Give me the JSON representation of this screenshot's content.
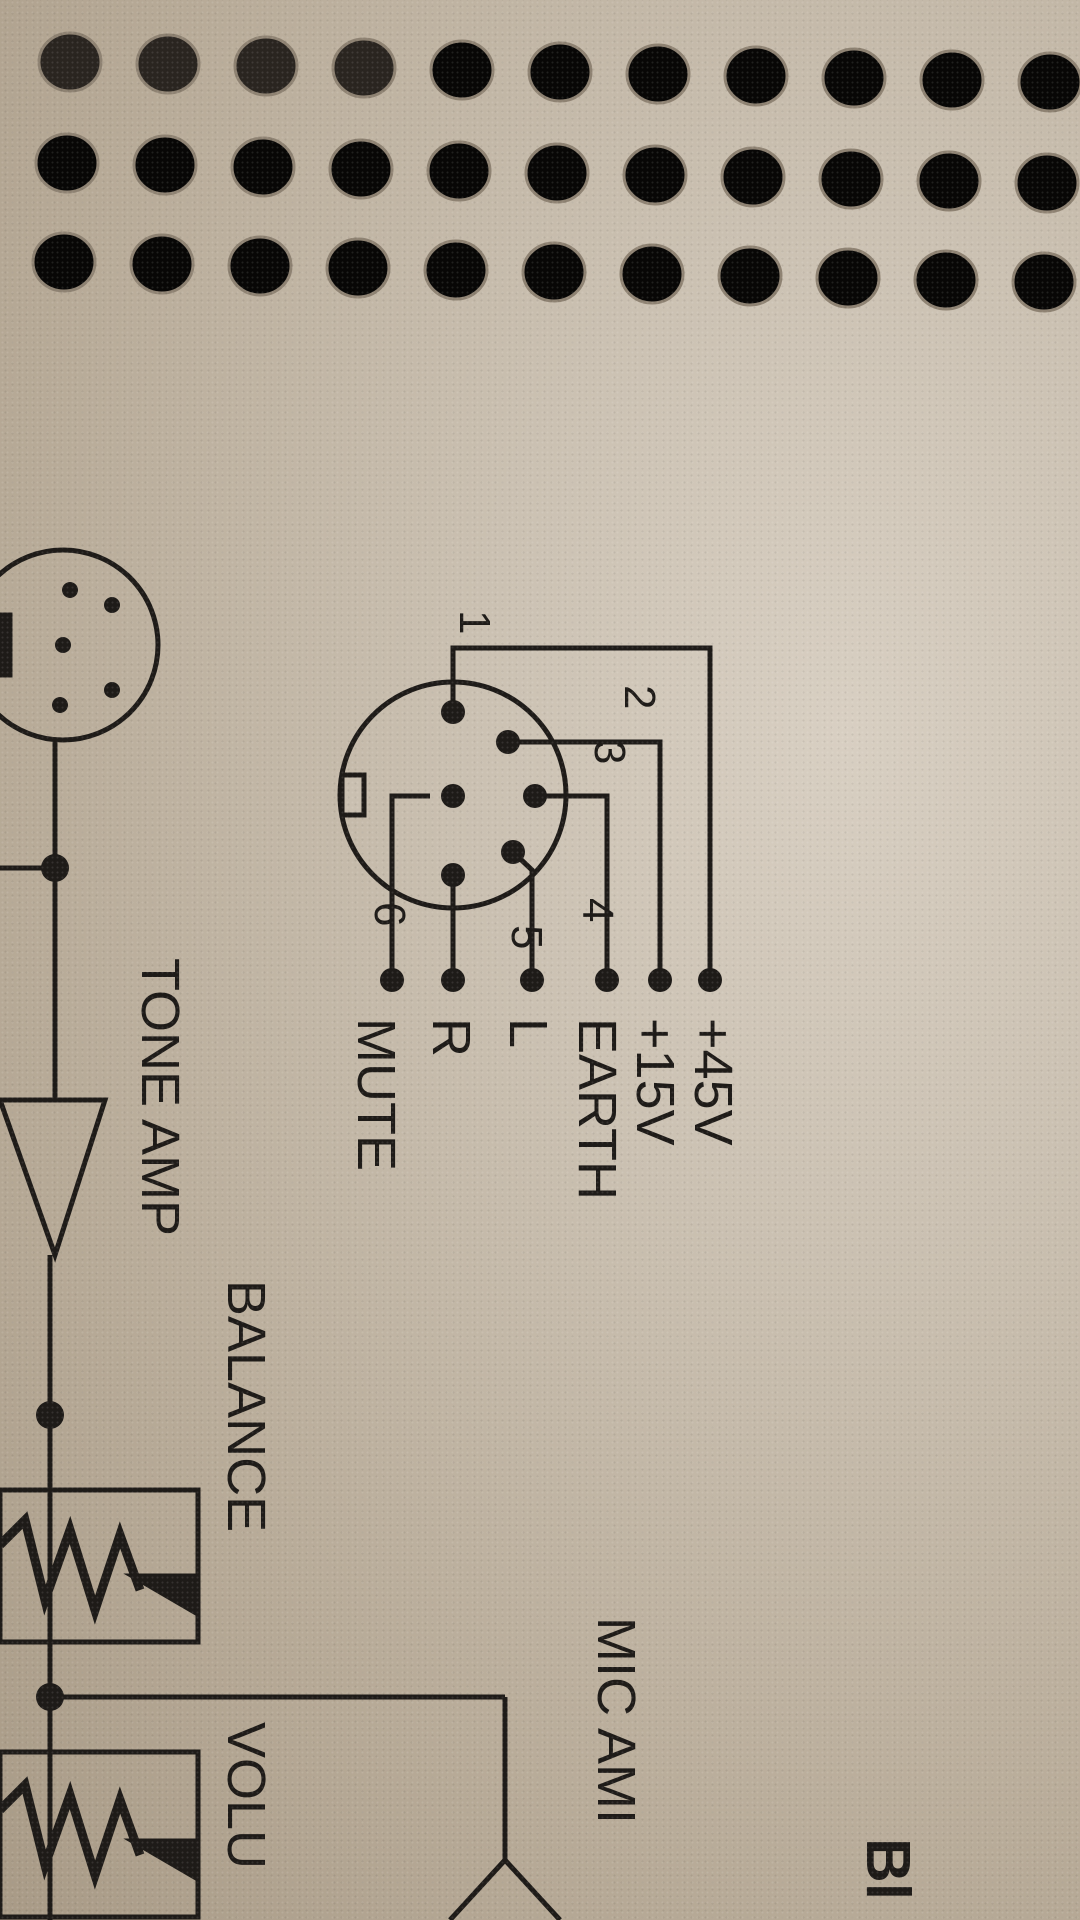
{
  "panel": {
    "pin_numbers": [
      "1",
      "2",
      "3",
      "4",
      "5",
      "6"
    ],
    "pin_labels": [
      "+45V",
      "+15V",
      "EARTH",
      "L",
      "R",
      "MUTE"
    ],
    "stage_labels": {
      "tone_amp": "TONE AMP",
      "balance": "BALANCE",
      "volume": "VOLU",
      "mic_amp": "MIC AMI",
      "corner": "Bl"
    }
  }
}
